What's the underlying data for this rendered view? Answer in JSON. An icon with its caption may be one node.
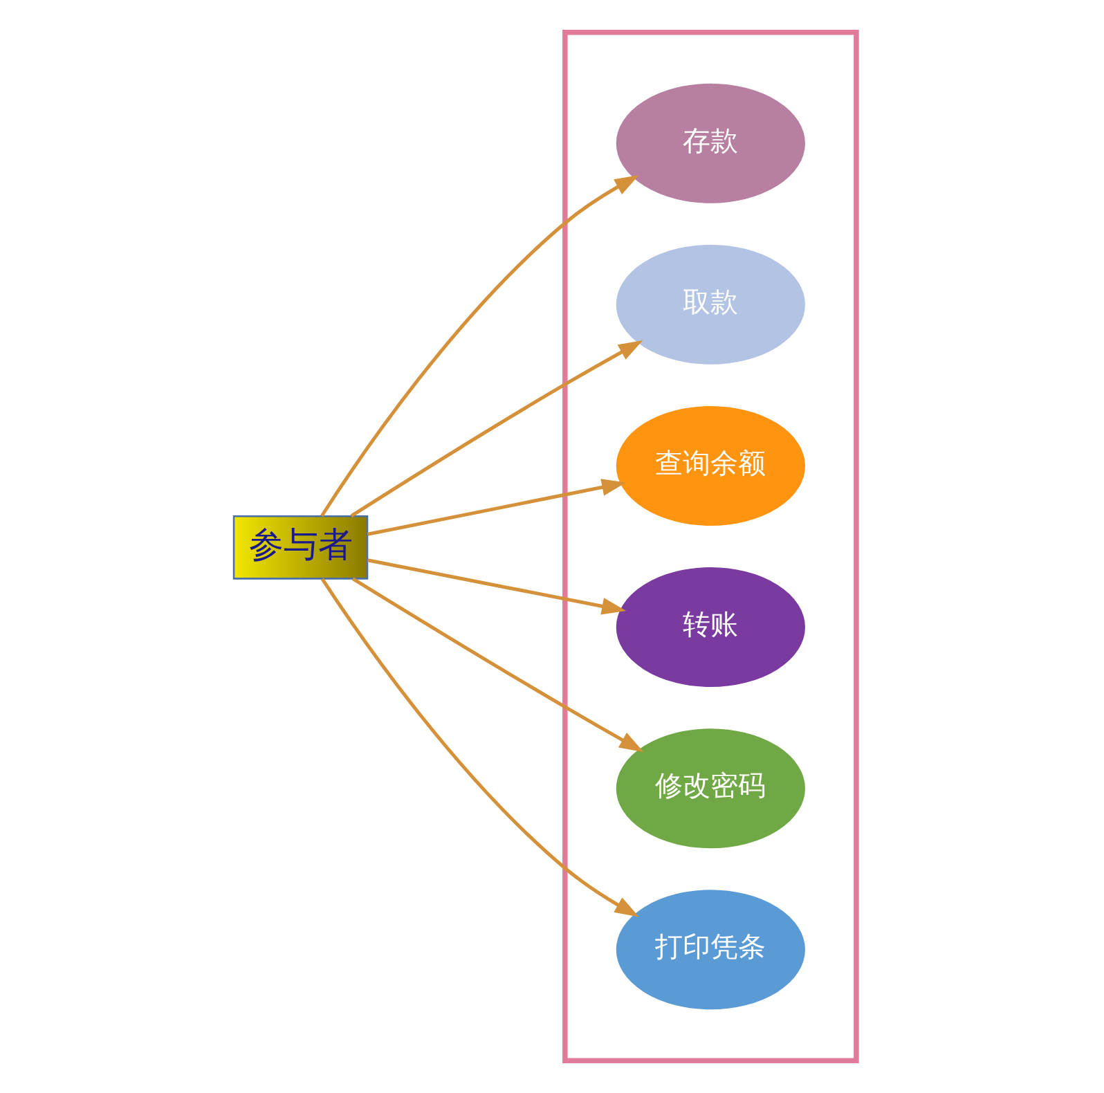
{
  "diagram": {
    "nodes": [
      {
        "text": [
          "参与者"
        ]
      },
      {
        "text": [],
        "shape": "box"
      },
      {
        "text": [
          "存款"
        ],
        "in": 1
      },
      {
        "text": [
          "取款"
        ],
        "in": 1
      },
      {
        "text": [
          "查询余额"
        ],
        "in": 1
      },
      {
        "text": [
          "转账"
        ],
        "in": 1
      },
      {
        "text": [
          "修改密码"
        ],
        "in": 1
      },
      {
        "text": [
          "打印凭条"
        ],
        "in": 1
      }
    ],
    "edges": [
      {
        "from": 0,
        "to": 2,
        "arrow": "to"
      },
      {
        "from": 0,
        "to": 3,
        "arrow": "to"
      },
      {
        "from": 0,
        "to": 4,
        "arrow": "to"
      },
      {
        "from": 0,
        "to": 5,
        "arrow": "to"
      },
      {
        "from": 0,
        "to": 6,
        "arrow": "to"
      },
      {
        "from": 0,
        "to": 7,
        "arrow": "to"
      }
    ]
  }
}
